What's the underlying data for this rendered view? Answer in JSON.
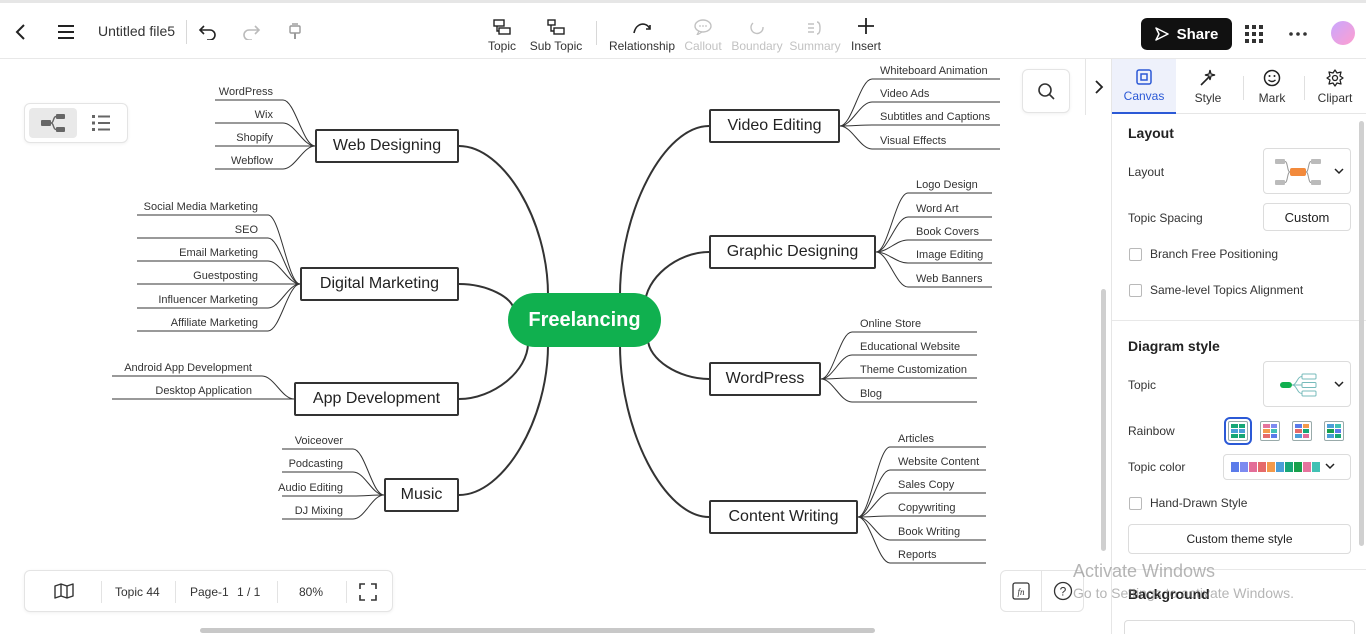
{
  "file": {
    "name": "Untitled file5"
  },
  "toolbar": {
    "topic": "Topic",
    "subtopic": "Sub Topic",
    "relationship": "Relationship",
    "callout": "Callout",
    "boundary": "Boundary",
    "summary": "Summary",
    "insert": "Insert",
    "share": "Share"
  },
  "mindmap": {
    "center": "Freelancing",
    "left": [
      {
        "label": "Web Designing",
        "children": [
          "WordPress",
          "Wix",
          "Shopify",
          "Webflow"
        ]
      },
      {
        "label": "Digital Marketing",
        "children": [
          "Social Media Marketing",
          "SEO",
          "Email Marketing",
          "Guestposting",
          "Influencer Marketing",
          "Affiliate Marketing"
        ]
      },
      {
        "label": "App Development",
        "children": [
          "Android App Development",
          "Desktop Application"
        ]
      },
      {
        "label": "Music",
        "children": [
          "Voiceover",
          "Podcasting",
          "Audio Editing",
          "DJ Mixing"
        ]
      }
    ],
    "right": [
      {
        "label": "Video Editing",
        "children": [
          "Whiteboard Animation",
          "Video Ads",
          "Subtitles and Captions",
          "Visual Effects"
        ]
      },
      {
        "label": "Graphic Designing",
        "children": [
          "Logo Design",
          "Word Art",
          "Book Covers",
          "Image Editing",
          "Web Banners"
        ]
      },
      {
        "label": "WordPress",
        "children": [
          "Online Store",
          "Educational Website",
          "Theme Customization",
          "Blog"
        ]
      },
      {
        "label": "Content Writing",
        "children": [
          "Articles",
          "Website Content",
          "Sales Copy",
          "Copywriting",
          "Book Writing",
          "Reports"
        ]
      }
    ]
  },
  "status": {
    "topic_count": "Topic 44",
    "page": "Page-1",
    "page_of": "1 / 1",
    "zoom": "80%"
  },
  "panel": {
    "tabs": [
      "Canvas",
      "Style",
      "Mark",
      "Clipart"
    ],
    "layout_title": "Layout",
    "layout_label": "Layout",
    "spacing_label": "Topic Spacing",
    "spacing_value": "Custom",
    "branch_free": "Branch Free Positioning",
    "same_level": "Same-level Topics Alignment",
    "diagram_title": "Diagram style",
    "topic_label": "Topic",
    "rainbow_label": "Rainbow",
    "topic_color_label": "Topic color",
    "hand_drawn": "Hand-Drawn Style",
    "custom_theme": "Custom theme style",
    "background_title": "Background"
  },
  "colors": {
    "accent": "#2b59d6",
    "center_node": "#10b04f",
    "topic_palette": [
      "#5b7bea",
      "#7d8bf0",
      "#e36d98",
      "#e56a6a",
      "#f39a4b",
      "#4b9ed8",
      "#17a776",
      "#18a04c",
      "#e5749d",
      "#42c1b4"
    ]
  },
  "watermark": {
    "line1": "Activate Windows",
    "line2": "Go to Settings to activate Windows."
  }
}
